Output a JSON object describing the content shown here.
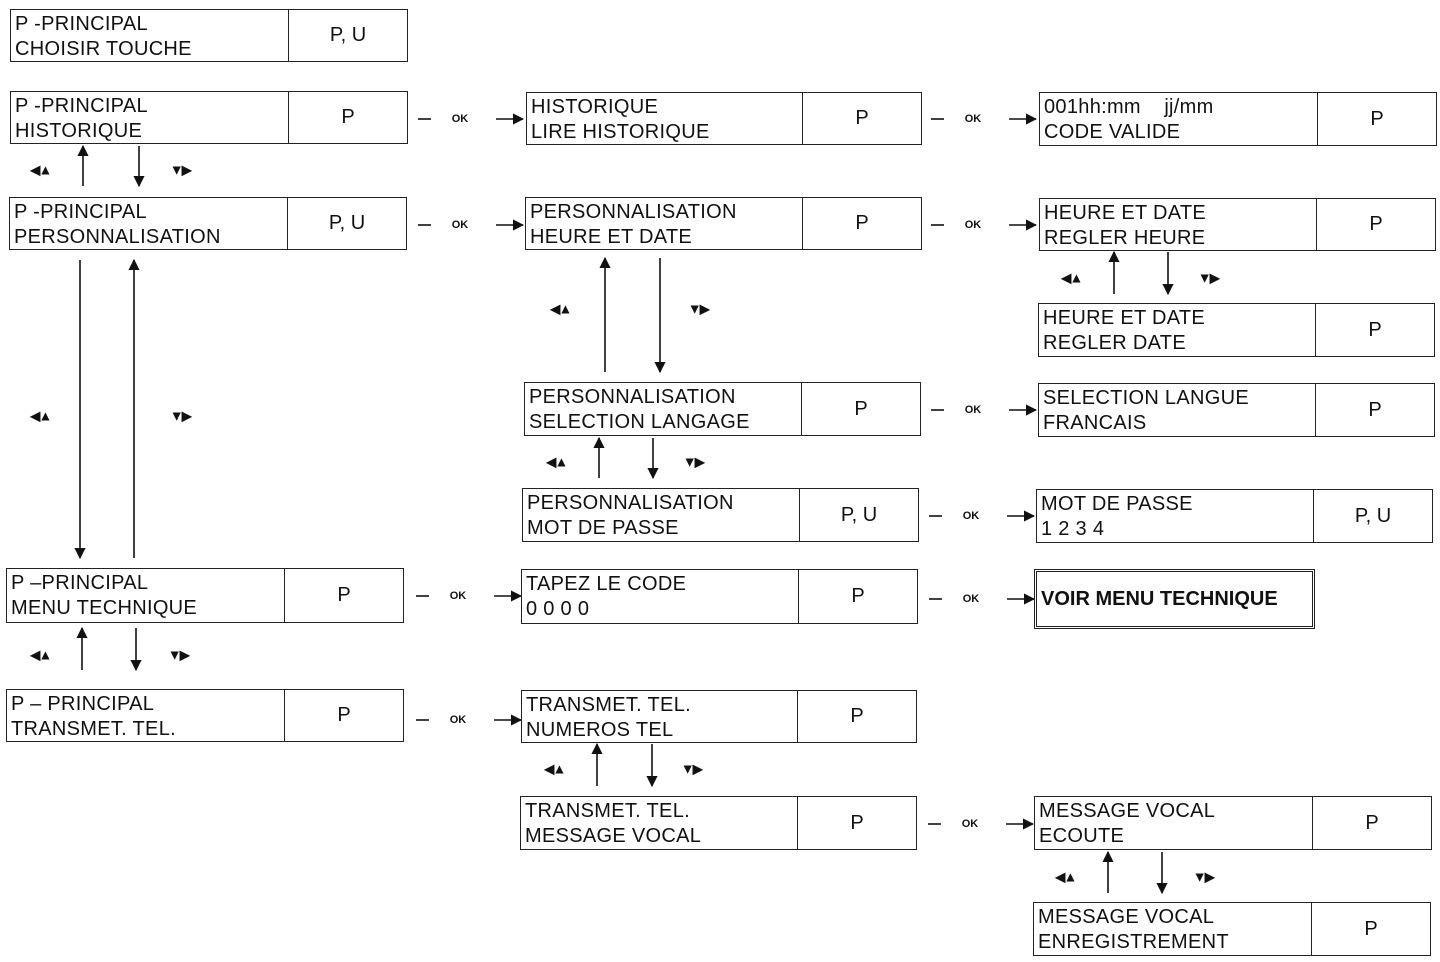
{
  "labels": {
    "ok": "OK",
    "up": "◀▲",
    "down": "▼▶"
  },
  "boxes": [
    {
      "id": "main-touche",
      "line1": "P -PRINCIPAL",
      "line2": "CHOISIR TOUCHE",
      "code": "P, U"
    },
    {
      "id": "main-historique",
      "line1": "P -PRINCIPAL",
      "line2": "HISTORIQUE",
      "code": "P"
    },
    {
      "id": "main-perso",
      "line1": "P -PRINCIPAL",
      "line2": "PERSONNALISATION",
      "code": "P, U"
    },
    {
      "id": "main-technique",
      "line1": "P –PRINCIPAL",
      "line2": "MENU TECHNIQUE",
      "code": "P"
    },
    {
      "id": "main-transmet",
      "line1": "P – PRINCIPAL",
      "line2": "TRANSMET. TEL.",
      "code": "P"
    },
    {
      "id": "hist-lire",
      "line1": "HISTORIQUE",
      "line2": "LIRE HISTORIQUE",
      "code": "P"
    },
    {
      "id": "perso-heure",
      "line1": "PERSONNALISATION",
      "line2": "HEURE ET DATE",
      "code": "P"
    },
    {
      "id": "perso-langage",
      "line1": "PERSONNALISATION",
      "line2": "SELECTION LANGAGE",
      "code": "P"
    },
    {
      "id": "perso-mdp",
      "line1": "PERSONNALISATION",
      "line2": "MOT DE PASSE",
      "code": "P, U"
    },
    {
      "id": "tapez-code",
      "line1": "TAPEZ LE CODE",
      "line2": "0 0 0 0",
      "code": "P"
    },
    {
      "id": "trans-numeros",
      "line1": "TRANSMET. TEL.",
      "line2": "NUMEROS TEL",
      "code": "P"
    },
    {
      "id": "trans-message",
      "line1": "TRANSMET. TEL.",
      "line2": "MESSAGE VOCAL",
      "code": "P"
    },
    {
      "id": "hist-code",
      "line1": "001hh:mm    jj/mm",
      "line2": "CODE VALIDE",
      "code": "P"
    },
    {
      "id": "hd-heure",
      "line1": "HEURE ET DATE",
      "line2": "REGLER HEURE",
      "code": "P"
    },
    {
      "id": "hd-date",
      "line1": "HEURE ET DATE",
      "line2": "REGLER DATE",
      "code": "P"
    },
    {
      "id": "sel-langue",
      "line1": "SELECTION LANGUE",
      "line2": "FRANCAIS",
      "code": "P"
    },
    {
      "id": "mdp-value",
      "line1": "MOT DE PASSE",
      "line2": "1 2 3 4",
      "code": "P, U"
    },
    {
      "id": "msg-ecoute",
      "line1": "MESSAGE VOCAL",
      "line2": "ECOUTE",
      "code": "P"
    },
    {
      "id": "msg-enreg",
      "line1": "MESSAGE VOCAL",
      "line2": "ENREGISTREMENT",
      "code": "P"
    }
  ],
  "special_box": {
    "text": "VOIR MENU TECHNIQUE"
  }
}
